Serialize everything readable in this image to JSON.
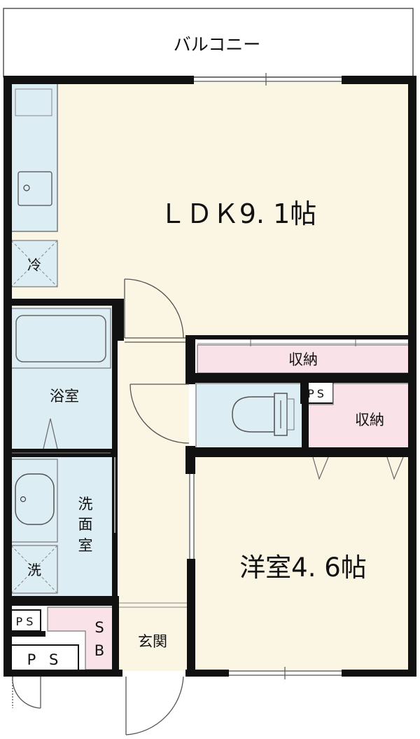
{
  "labels": {
    "balcony": "バルコニー",
    "ldk": "ＬＤＫ9. 1帖",
    "fridge": "冷",
    "storage_top": "収納",
    "storage_right": "収納",
    "ps_small": "PS",
    "bath": "浴室",
    "washroom": [
      "洗",
      "面",
      "室"
    ],
    "washer": "洗",
    "western": "洋室4. 6帖",
    "ps_left_small": "P S",
    "ps_left_big": "P S",
    "sb": [
      "S",
      "B"
    ],
    "entrance": "玄関"
  },
  "colors": {
    "wall": "#111111",
    "room_fill": "#fbf5e4",
    "wet_fill": "#dcedf4",
    "storage_fill": "#fae3e8",
    "line": "#666666"
  }
}
